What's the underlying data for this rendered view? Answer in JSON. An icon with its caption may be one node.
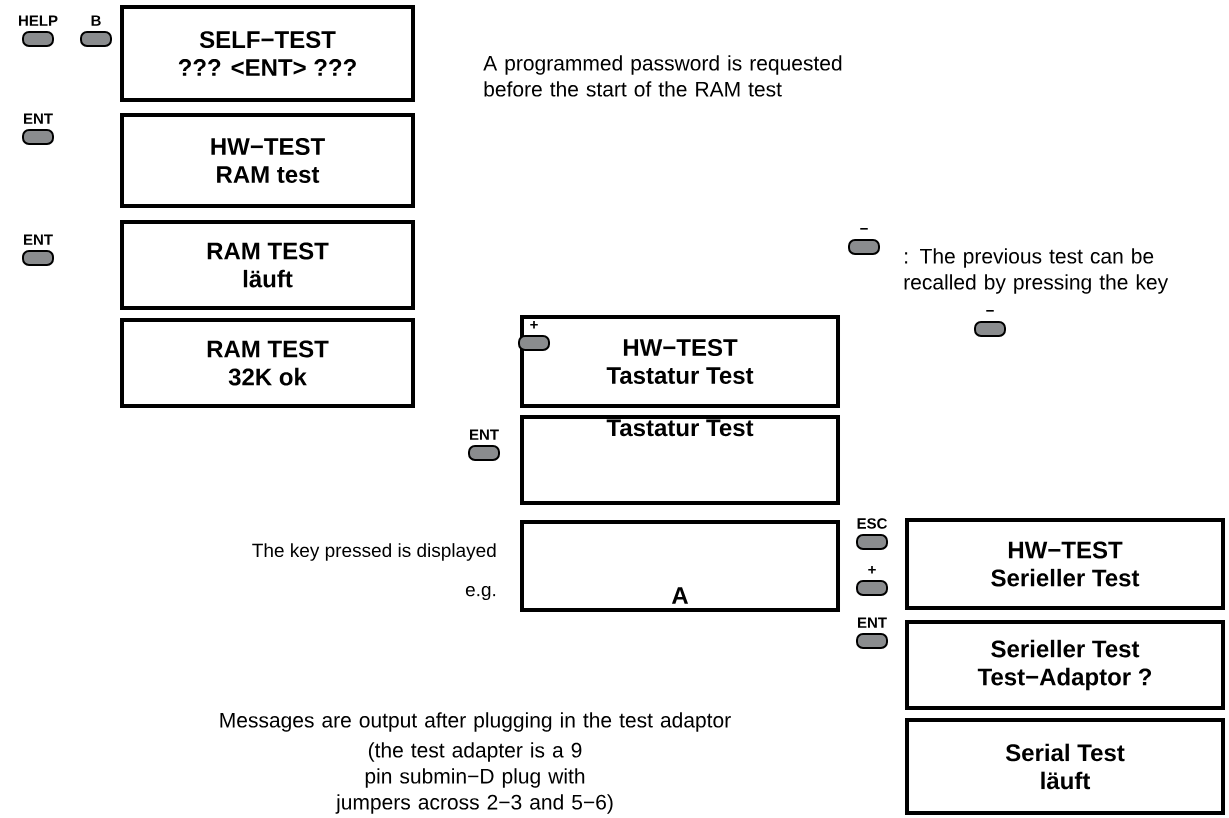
{
  "diagram": {
    "nodes": [
      {
        "text": [
          "SELF−TEST",
          "??? <ENT> ???"
        ]
      },
      {
        "text": [
          "HW−TEST",
          "RAM test"
        ]
      },
      {
        "text": [
          "RAM TEST",
          "läuft"
        ]
      },
      {
        "text": [
          "RAM TEST",
          "32K ok"
        ]
      },
      {
        "text": [
          "HW−TEST",
          "Tastatur Test"
        ]
      },
      {
        "text": [
          "Tastatur Test"
        ]
      },
      {
        "text": [
          "A"
        ],
        "beside": [
          "The key pressed is displayed",
          "e.g."
        ]
      },
      {
        "text": [
          "HW−TEST",
          "Serieller Test"
        ]
      },
      {
        "text": [
          "Serieller Test",
          "Test−Adaptor ?"
        ]
      },
      {
        "text": [
          "Serial Test",
          "läuft"
        ]
      }
    ],
    "labels": [
      "HELP",
      "B",
      "A programmed password is requested before the start of the RAM test",
      "ENT",
      "ENT",
      "−",
      ": The previous test can be recalled by pressing the key",
      "−",
      "+",
      "ENT",
      "ESC",
      "+",
      "ENT",
      "Messages are output after plugging in the test adaptor",
      "(the test adapter is a 9 pin submin−D plug with jumpers across 2−3 and 5−6)"
    ]
  }
}
